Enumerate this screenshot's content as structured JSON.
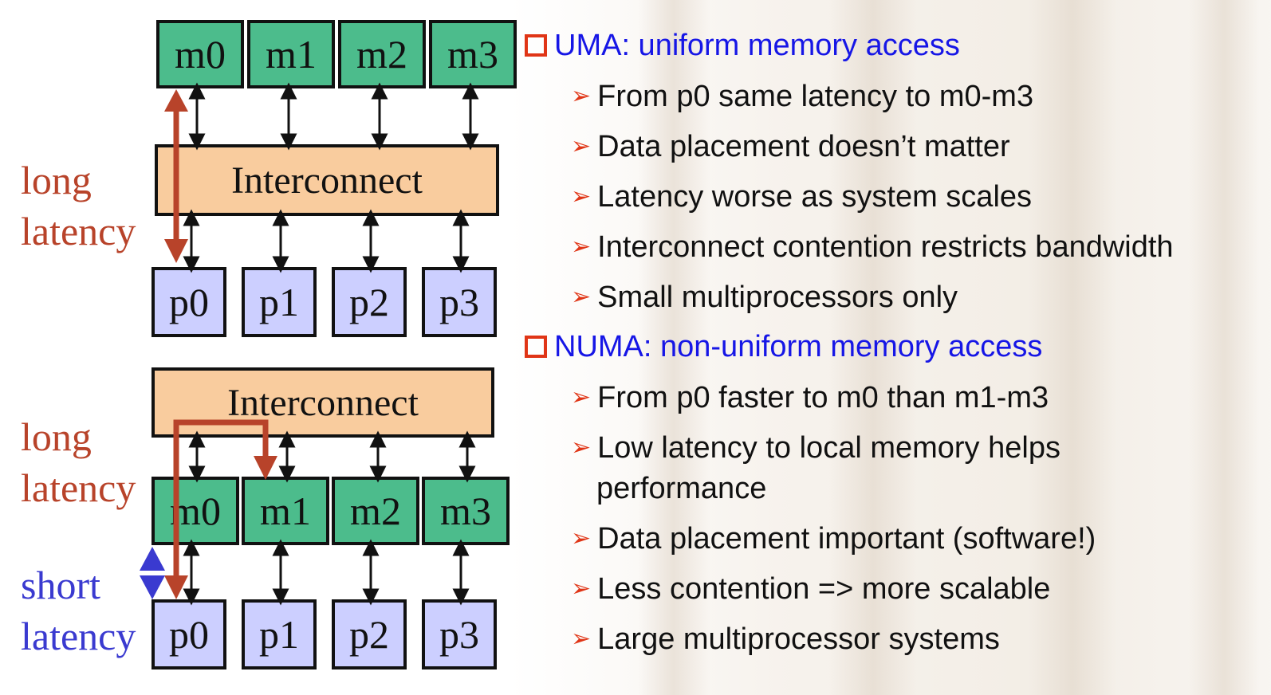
{
  "uma_diagram": {
    "memory": [
      "m0",
      "m1",
      "m2",
      "m3"
    ],
    "interconnect": "Interconnect",
    "processors": [
      "p0",
      "p1",
      "p2",
      "p3"
    ],
    "latency_label": [
      "long",
      "latency"
    ]
  },
  "numa_diagram": {
    "interconnect": "Interconnect",
    "memory": [
      "m0",
      "m1",
      "m2",
      "m3"
    ],
    "processors": [
      "p0",
      "p1",
      "p2",
      "p3"
    ],
    "long_label": [
      "long",
      "latency"
    ],
    "short_label": [
      "short",
      "latency"
    ]
  },
  "text": {
    "uma_heading": "UMA: uniform memory access",
    "uma_bullets": [
      "From p0 same latency to m0-m3",
      "Data placement doesn’t matter",
      "Latency worse as system scales",
      "Interconnect contention restricts bandwidth",
      "Small multiprocessors only"
    ],
    "numa_heading": "NUMA: non-uniform memory access",
    "numa_bullets": [
      "From p0 faster to m0 than m1-m3",
      "Low latency to local memory helps",
      "performance",
      "Data placement important (software!)",
      "Less contention => more scalable",
      "Large multiprocessor systems"
    ]
  },
  "colors": {
    "memory": "#4cbc8c",
    "processor": "#cccfff",
    "interconnect": "#f9cc9e",
    "long_latency": "#b8432a",
    "short_latency": "#3a3ad0",
    "heading": "#1616e6"
  }
}
